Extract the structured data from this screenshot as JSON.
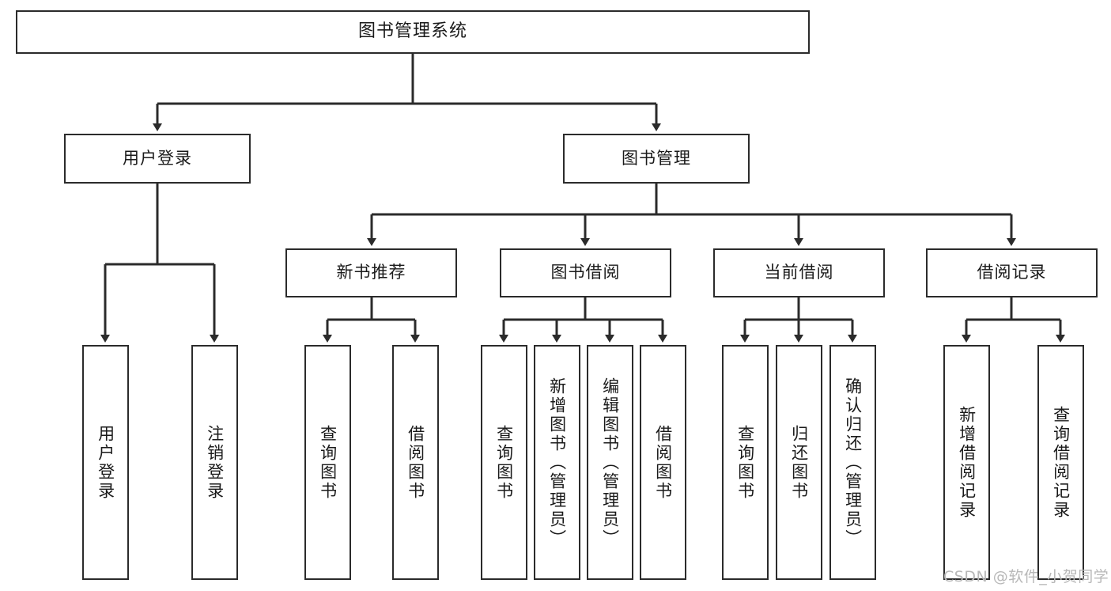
{
  "diagram": {
    "type": "hierarchy-tree",
    "title": "图书管理系统",
    "root": {
      "label": "图书管理系统"
    },
    "level2": [
      {
        "id": "user-login",
        "label": "用户登录"
      },
      {
        "id": "book-management",
        "label": "图书管理"
      }
    ],
    "level3": [
      {
        "id": "new-book-recommend",
        "label": "新书推荐",
        "parent": "book-management"
      },
      {
        "id": "book-borrow",
        "label": "图书借阅",
        "parent": "book-management"
      },
      {
        "id": "current-borrow",
        "label": "当前借阅",
        "parent": "book-management"
      },
      {
        "id": "borrow-record",
        "label": "借阅记录",
        "parent": "book-management"
      }
    ],
    "leaves": [
      {
        "id": "leaf-user-login",
        "label": "用户登录",
        "parent": "user-login"
      },
      {
        "id": "leaf-logout-login",
        "label": "注销登录",
        "parent": "user-login"
      },
      {
        "id": "leaf-query-book-1",
        "label": "查询图书",
        "parent": "new-book-recommend"
      },
      {
        "id": "leaf-borrow-book-1",
        "label": "借阅图书",
        "parent": "new-book-recommend"
      },
      {
        "id": "leaf-query-book-2",
        "label": "查询图书",
        "parent": "book-borrow"
      },
      {
        "id": "leaf-add-book",
        "label": "新增图书（管理员）",
        "parent": "book-borrow"
      },
      {
        "id": "leaf-edit-book",
        "label": "编辑图书（管理员）",
        "parent": "book-borrow"
      },
      {
        "id": "leaf-borrow-book-2",
        "label": "借阅图书",
        "parent": "book-borrow"
      },
      {
        "id": "leaf-query-book-3",
        "label": "查询图书",
        "parent": "current-borrow"
      },
      {
        "id": "leaf-return-book",
        "label": "归还图书",
        "parent": "current-borrow"
      },
      {
        "id": "leaf-confirm-return",
        "label": "确认归还（管理员）",
        "parent": "current-borrow"
      },
      {
        "id": "leaf-add-record",
        "label": "新增借阅记录",
        "parent": "borrow-record"
      },
      {
        "id": "leaf-query-record",
        "label": "查询借阅记录",
        "parent": "borrow-record"
      }
    ],
    "colors": {
      "stroke": "#2b2b2b",
      "fill": "#ffffff",
      "text": "#1a1a1a",
      "watermark": "#b8b8b8"
    }
  },
  "watermark": {
    "text": "CSDN @软件_小贺同学"
  }
}
